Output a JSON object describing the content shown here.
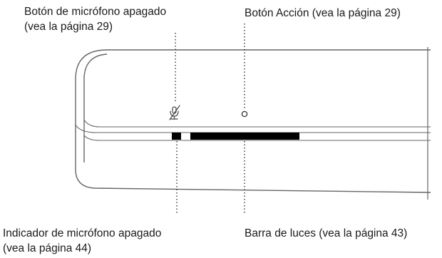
{
  "labels": {
    "mic_off_button": {
      "line1": "Botón de micrófono apagado",
      "line2": "(vea la página 29)"
    },
    "action_button": {
      "line1": "Botón Acción (vea la página 29)"
    },
    "mic_off_indicator": {
      "line1": "Indicador de micrófono apagado",
      "line2": "(vea la página 44)"
    },
    "light_bar": {
      "line1": "Barra de luces (vea la página 43)"
    }
  },
  "icons": {
    "mic_off": "microphone-off-icon",
    "action": "action-button-icon"
  },
  "colors": {
    "outline": "#666666",
    "leader": "#333333",
    "indicator": "#000000"
  }
}
